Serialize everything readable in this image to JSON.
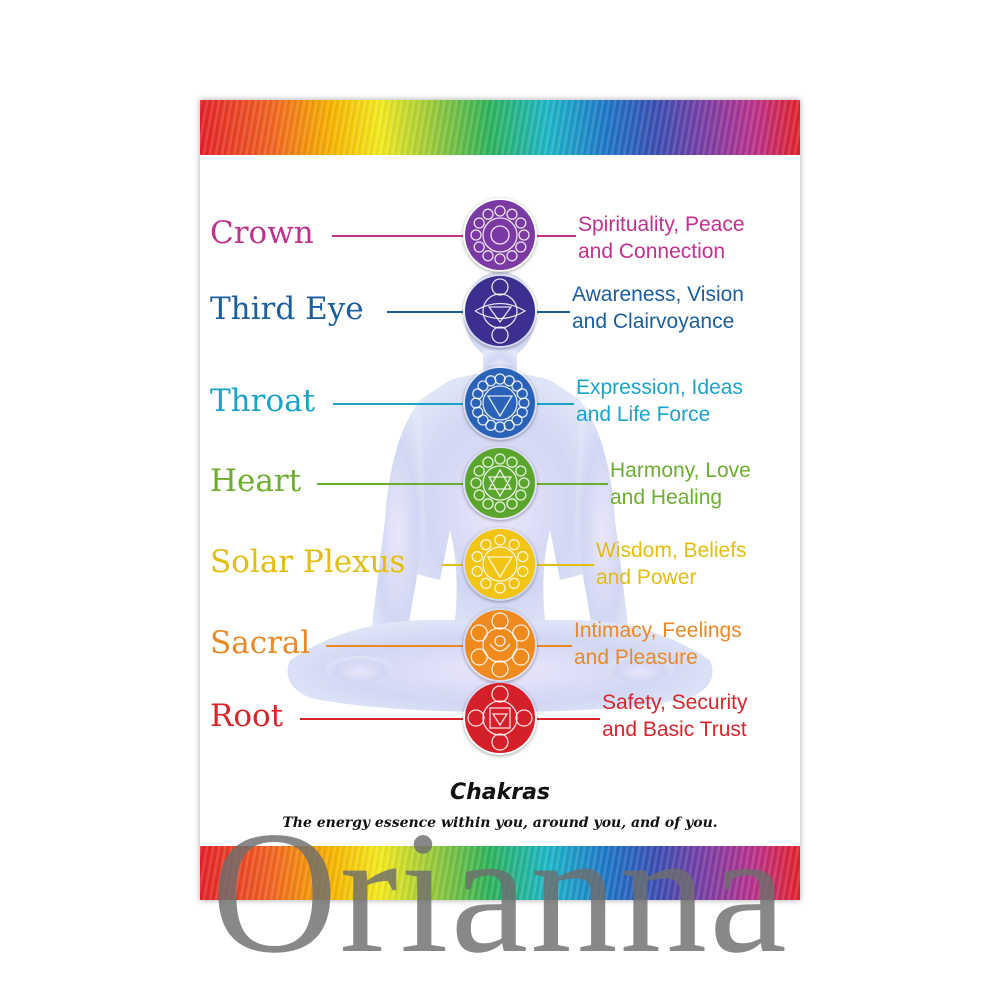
{
  "poster": {
    "title": "Chakras",
    "subtitle": "The energy essence within you, around you, and of you."
  },
  "chakras": [
    {
      "name": "Crown",
      "desc_line1": "Spirituality, Peace",
      "desc_line2": "and Connection",
      "color": "#c2308f",
      "circle": "#7b3aa3",
      "icon": "crown-chakra-icon"
    },
    {
      "name": "Third Eye",
      "desc_line1": "Awareness, Vision",
      "desc_line2": "and Clairvoyance",
      "color": "#1b5e9e",
      "circle": "#3d2f8f",
      "icon": "third-eye-chakra-icon"
    },
    {
      "name": "Throat",
      "desc_line1": "Expression, Ideas",
      "desc_line2": "and Life Force",
      "color": "#1aa3c9",
      "circle": "#2a62b8",
      "icon": "throat-chakra-icon"
    },
    {
      "name": "Heart",
      "desc_line1": "Harmony, Love",
      "desc_line2": "and Healing",
      "color": "#6cae2e",
      "circle": "#5aa62d",
      "icon": "heart-chakra-icon"
    },
    {
      "name": "Solar Plexus",
      "desc_line1": "Wisdom, Beliefs",
      "desc_line2": "and Power",
      "color": "#e2bd12",
      "circle": "#f2c413",
      "icon": "solar-plexus-chakra-icon"
    },
    {
      "name": "Sacral",
      "desc_line1": "Intimacy, Feelings",
      "desc_line2": "and Pleasure",
      "color": "#e8892a",
      "circle": "#ee8a1e",
      "icon": "sacral-chakra-icon"
    },
    {
      "name": "Root",
      "desc_line1": "Safety, Security",
      "desc_line2": "and Basic Trust",
      "color": "#d8252b",
      "circle": "#d5202a",
      "icon": "root-chakra-icon"
    }
  ],
  "watermark": "Orianna"
}
